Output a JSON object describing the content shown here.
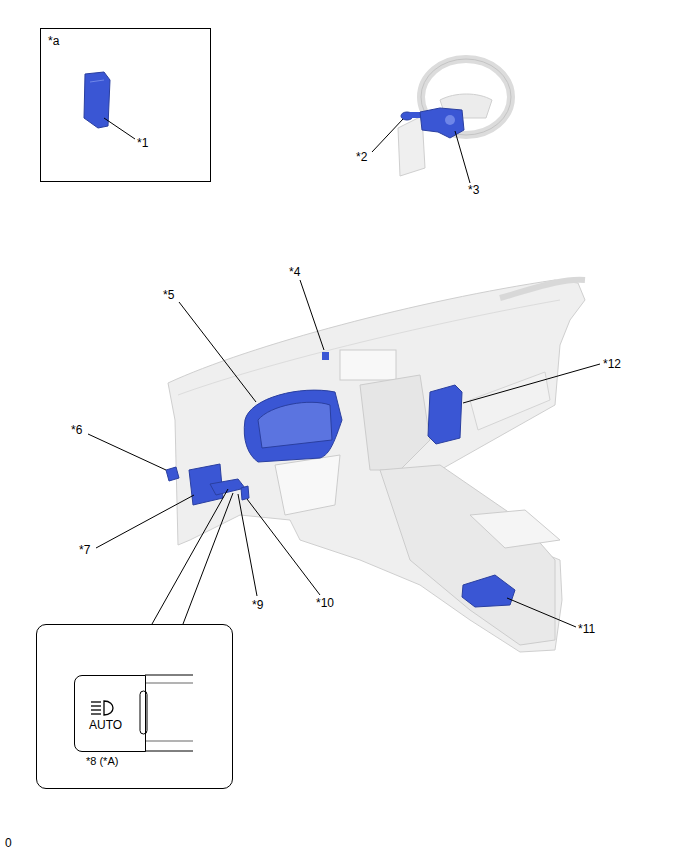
{
  "diagram": {
    "nodes": [
      {
        "text": [
          "*a",
          "*1"
        ]
      },
      {
        "text": [
          "*8 (*A)"
        ]
      },
      {
        "text": [
          "AUTO"
        ],
        "in": 1
      }
    ],
    "labels": [
      "*2",
      "*3",
      "*4",
      "*5",
      "*6",
      "*7",
      "*9",
      "*10",
      "*11",
      "*12",
      "0"
    ]
  }
}
